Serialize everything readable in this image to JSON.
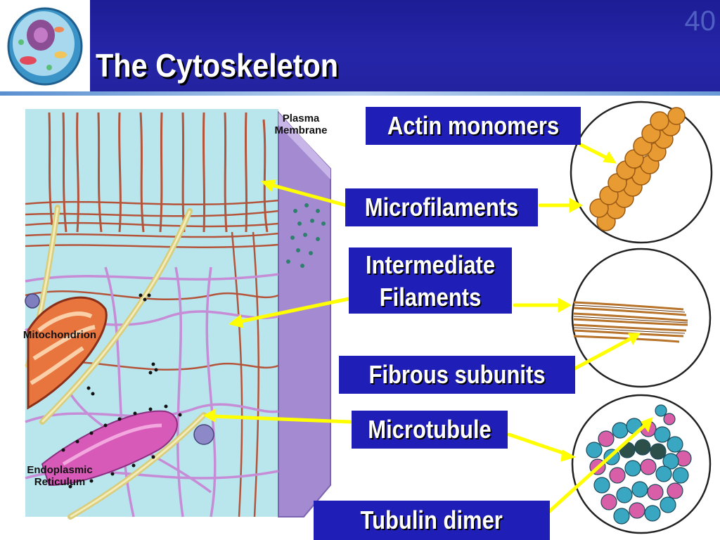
{
  "slide": {
    "number": "40",
    "title": "The Cytoskeleton"
  },
  "labels": {
    "actin_monomers": "Actin monomers",
    "microfilaments": "Microfilaments",
    "intermediate_filaments_line1": "Intermediate",
    "intermediate_filaments_line2": "Filaments",
    "fibrous_subunits": "Fibrous subunits",
    "microtubule": "Microtubule",
    "tubulin_dimer": "Tubulin dimer"
  },
  "diagram_text": {
    "plasma_line1": "Plasma",
    "plasma_line2": "Membrane",
    "mitochondrion": "Mitochondrion",
    "er_line1": "Endoplasmic",
    "er_line2": "Reticulum"
  },
  "colors": {
    "header_blue": "#2222a0",
    "label_blue": "#1f1fb8",
    "arrow_yellow": "#ffff00",
    "cytoplasm": "#b9e6ec",
    "membrane": "#a98cd0",
    "filament": "#b4543a",
    "intermediate": "#c68cd6",
    "actin_bead": "#e89a33",
    "tubulin_teal": "#3aa7c2",
    "tubulin_pink": "#d95ea8"
  }
}
